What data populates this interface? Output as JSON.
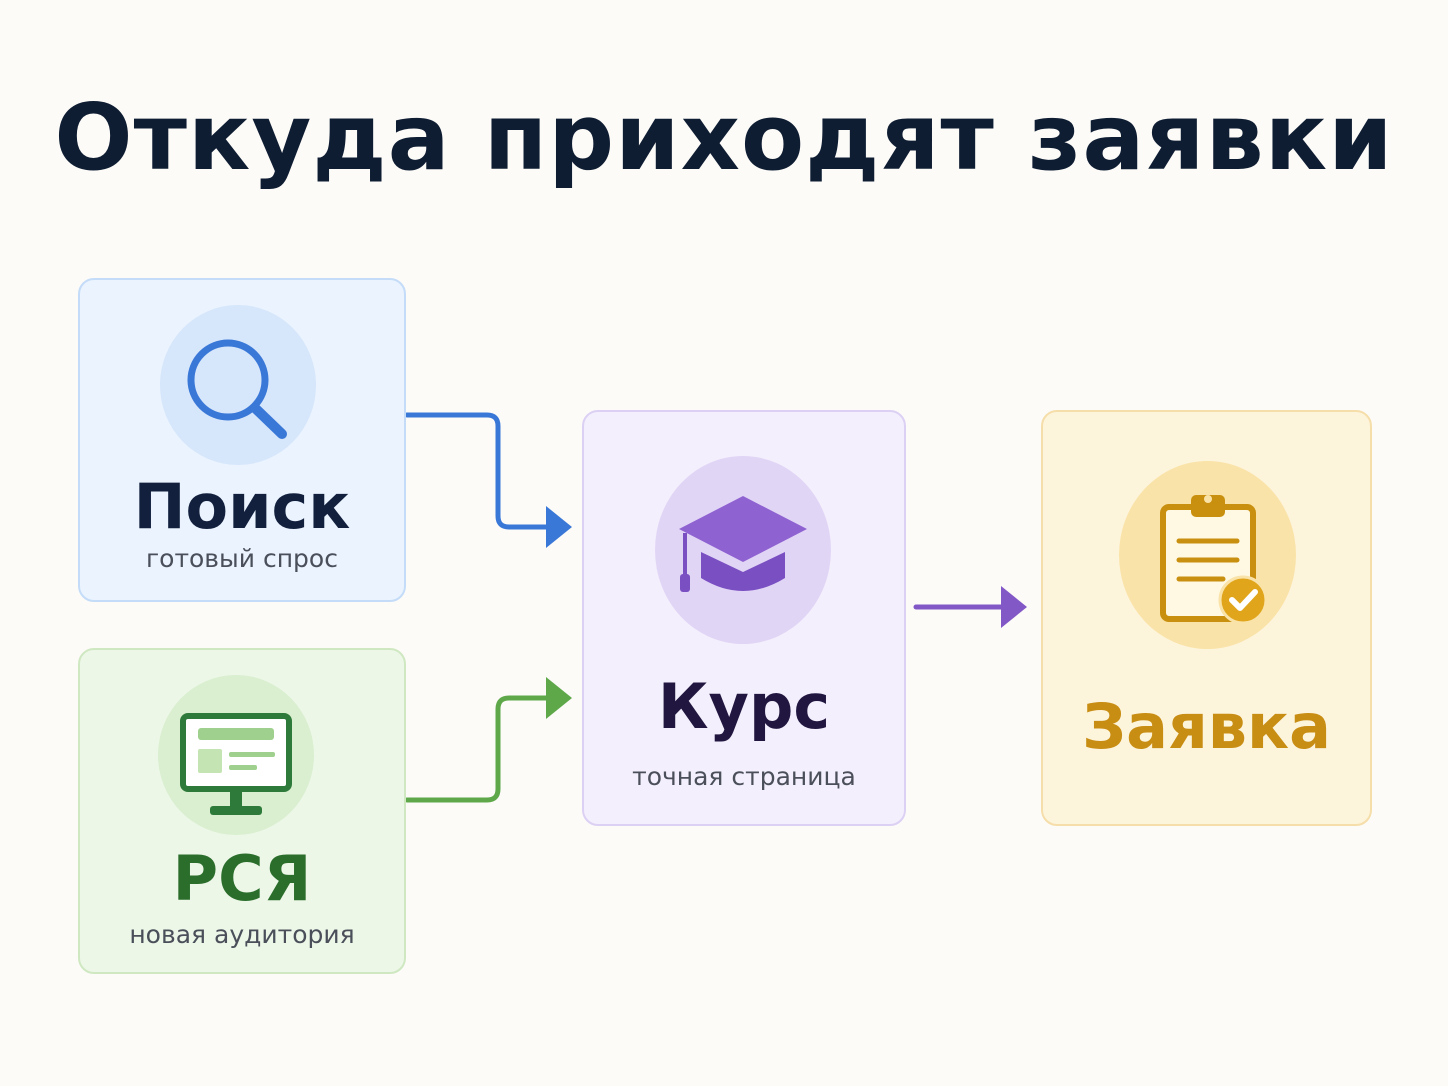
{
  "title": "Откуда приходят заявки",
  "nodes": {
    "search": {
      "title": "Поиск",
      "subtitle": "готовый спрос",
      "icon": "search-icon",
      "color": "#3a78d8"
    },
    "rsya": {
      "title": "РСЯ",
      "subtitle": "новая аудитория",
      "icon": "monitor-icon",
      "color": "#3f9a3a"
    },
    "course": {
      "title": "Курс",
      "subtitle": "точная страница",
      "icon": "graduation-cap-icon",
      "color": "#8258c6"
    },
    "lead": {
      "title": "Заявка",
      "icon": "clipboard-check-icon",
      "color": "#d39a14"
    }
  },
  "edges": [
    {
      "from": "search",
      "to": "course"
    },
    {
      "from": "rsya",
      "to": "course"
    },
    {
      "from": "course",
      "to": "lead"
    }
  ]
}
